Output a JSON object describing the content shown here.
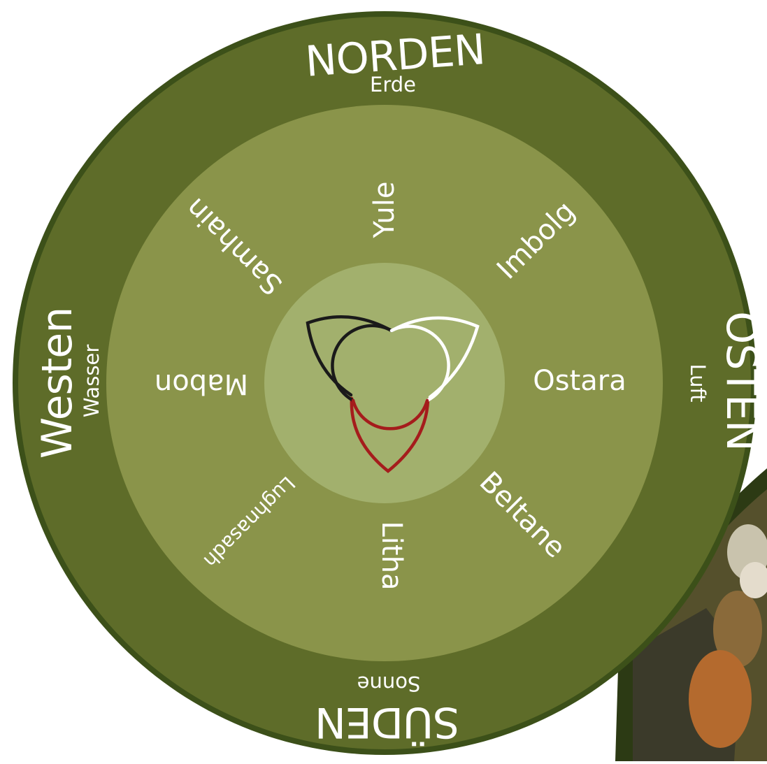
{
  "directions": {
    "north": {
      "label": "NORDEN",
      "element": "Erde"
    },
    "east": {
      "label": "OSTEN",
      "element": "Luft"
    },
    "south": {
      "label": "SÜDEN",
      "element": "Sonne"
    },
    "west": {
      "label": "Westen",
      "element": "Wasser"
    }
  },
  "festivals": {
    "yule": "Yule",
    "imbolg": "Imbolg",
    "ostara": "Ostara",
    "beltane": "Beltane",
    "litha": "Litha",
    "lughnasadh": "Lughnasadh",
    "mabon": "Mabon",
    "samhain": "Samhain"
  },
  "colors": {
    "ring_border": "#3c5019",
    "outer_ring": "#5e6c29",
    "middle_ring": "#8a944a",
    "inner_disc": "#a2b06d",
    "knot_black": "#1a1a1a",
    "knot_white": "#ffffff",
    "knot_red": "#a51c1c"
  }
}
